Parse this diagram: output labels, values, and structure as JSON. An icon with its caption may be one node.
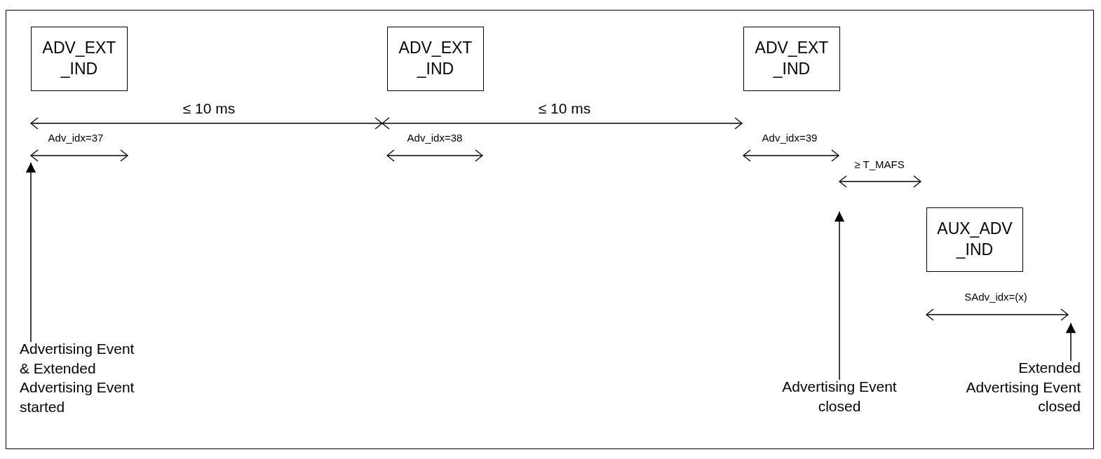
{
  "diagram": {
    "nodes": [
      {
        "text": [
          "ADV_EXT _IND"
        ]
      },
      {
        "text": [
          "ADV_EXT _IND"
        ]
      },
      {
        "text": [
          "ADV_EXT _IND"
        ]
      },
      {
        "text": [
          "AUX_ADV _IND"
        ]
      },
      {
        "text": [
          "Advertising Event & Extended Advertising Event started"
        ]
      },
      {
        "text": [
          "Advertising Event closed"
        ]
      },
      {
        "text": [
          "Extended Advertising Event closed"
        ]
      }
    ],
    "edges": [
      {
        "from": 4,
        "to": null,
        "arrow": "to"
      },
      {
        "from": 5,
        "to": null,
        "arrow": "to"
      },
      {
        "from": 6,
        "to": null,
        "arrow": "to"
      }
    ],
    "labels": [
      "≤ 10 ms",
      "≤ 10 ms",
      "Adv_idx=37",
      "Adv_idx=38",
      "Adv_idx=39",
      "≥ T_MAFS",
      "SAdv_idx=(x)"
    ]
  }
}
